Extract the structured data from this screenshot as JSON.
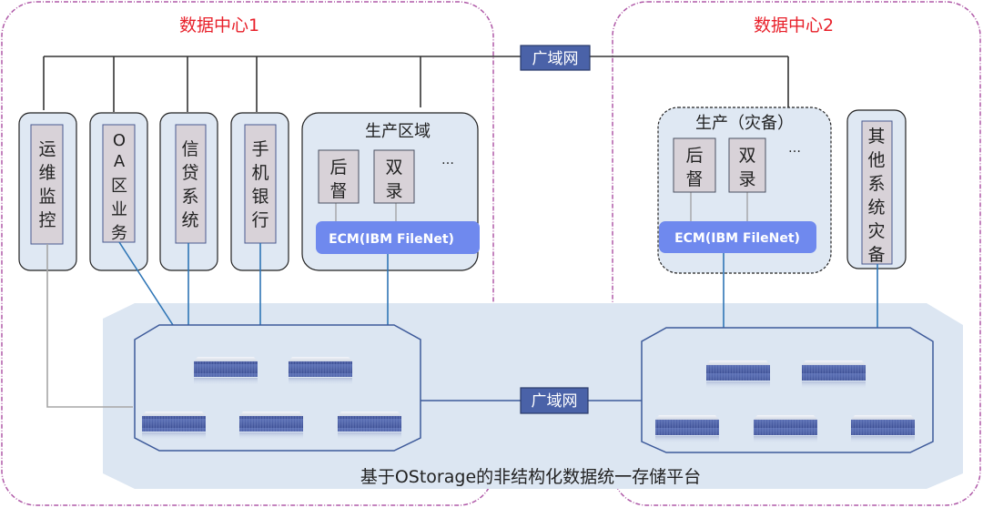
{
  "title": "基于OStorage的非结构化数据统一存储平台",
  "colors": {
    "dc_label": "#e8212b",
    "dc_border": "#b05aa8",
    "wan_fill": "#4a62a8",
    "wan_text": "#ffffff",
    "group_fill": "#dfe8f3",
    "inner_fill": "#d8d2d8",
    "ecm_fill": "#6f89ee",
    "blue_link": "#2e75b6",
    "gray_link": "#a6a6a6",
    "platform_fill": "#dce6f2",
    "storage_border": "#3d5a9a",
    "server_blue": "#4559a0"
  },
  "datacenters": [
    {
      "label": "数据中心1",
      "systems": [
        {
          "label_chars": [
            "运",
            "维",
            "监",
            "控"
          ]
        },
        {
          "label_chars": [
            "O",
            "A",
            "区",
            "业",
            "务"
          ]
        },
        {
          "label_chars": [
            "信",
            "贷",
            "系",
            "统"
          ]
        },
        {
          "label_chars": [
            "手",
            "机",
            "银",
            "行"
          ]
        }
      ],
      "zone": {
        "title": "生产区域",
        "apps": [
          {
            "label_chars": [
              "后",
              "督"
            ]
          },
          {
            "label_chars": [
              "双",
              "录"
            ]
          }
        ],
        "more": "…",
        "ecm": "ECM(IBM FileNet)"
      },
      "storage_servers": 5
    },
    {
      "label": "数据中心2",
      "zone": {
        "title": "生产（灾备）",
        "apps": [
          {
            "label_chars": [
              "后",
              "督"
            ]
          },
          {
            "label_chars": [
              "双",
              "录"
            ]
          }
        ],
        "more": "…",
        "ecm": "ECM(IBM FileNet)"
      },
      "systems": [
        {
          "label_chars": [
            "其",
            "他",
            "系",
            "统",
            "灾",
            "备"
          ]
        }
      ],
      "storage_servers": 5
    }
  ],
  "wan": {
    "top_label": "广域网",
    "bottom_label": "广域网"
  }
}
